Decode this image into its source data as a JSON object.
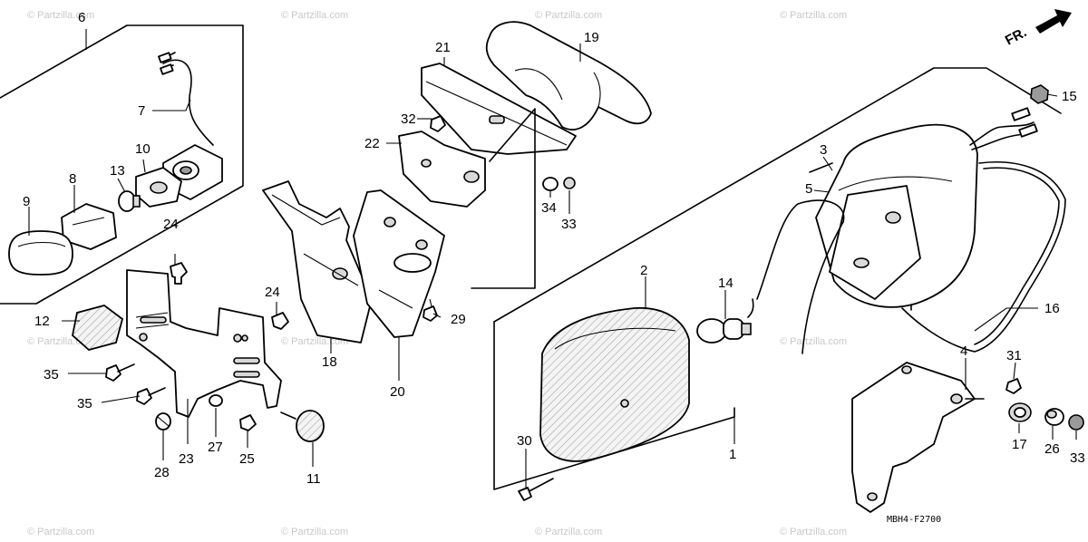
{
  "diagram_code": "MBH4-F2700",
  "direction_label": "FR.",
  "watermark": "© Partzilla.com",
  "callouts": {
    "c1": "1",
    "c2": "2",
    "c3": "3",
    "c4": "4",
    "c5": "5",
    "c6": "6",
    "c7": "7",
    "c8": "8",
    "c9": "9",
    "c10": "10",
    "c11": "11",
    "c12": "12",
    "c13": "13",
    "c14": "14",
    "c15": "15",
    "c16": "16",
    "c17": "17",
    "c18": "18",
    "c19": "19",
    "c20": "20",
    "c21": "21",
    "c22": "22",
    "c23": "23",
    "c24a": "24",
    "c24b": "24",
    "c25": "25",
    "c26": "26",
    "c27": "27",
    "c28": "28",
    "c29": "29",
    "c30": "30",
    "c31": "31",
    "c32": "32",
    "c33a": "33",
    "c33b": "33",
    "c34": "34",
    "c35a": "35",
    "c35b": "35"
  }
}
